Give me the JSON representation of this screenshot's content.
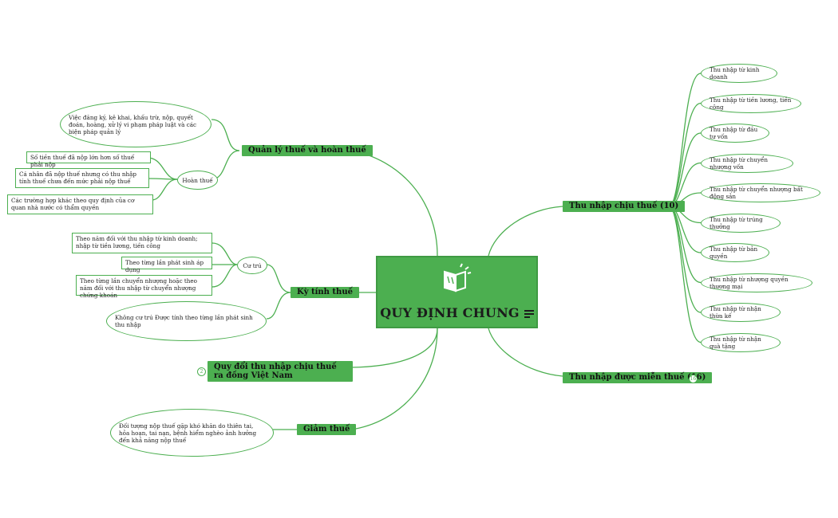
{
  "center": {
    "title": "QUY ĐỊNH CHUNG",
    "icon": "book-icon"
  },
  "left": {
    "quan_ly": {
      "label": "Quản lý thuế và hoàn thuế",
      "desc": "Việc đăng ký, kê khai, khấu trừ, nộp, quyết đoán, hoàng, xử lý vi phạm pháp luật và các biện pháp quản lý",
      "hoan_thue": {
        "label": "Hoàn thuế",
        "items": [
          "Số tiền thuế đã nộp lớn hơn số thuế phải nộp",
          "Cá nhân đã nộp thuế nhưng có thu nhập tính thuế chưa đến mức phải nộp thuế",
          "Các trường hợp khác theo quy định của cơ quan nhà nước có thẩm quyền"
        ]
      }
    },
    "ky_tinh": {
      "label": "Kỳ tính thuế",
      "cu_tru": {
        "label": "Cư trú",
        "items": [
          "Theo năm đối với thu nhập từ kinh doanh; nhập từ tiền lương, tiền công",
          "Theo từng lần phát sinh áp dụng",
          "Theo từng lần chuyển nhượng hoặc theo năm đối với thu nhập từ chuyển nhượng chứng khoán"
        ]
      },
      "khong_cu_tru": "Không cư trú Được tính theo từng lần phát sinh thu nhập"
    },
    "quy_doi": {
      "label": "Quy đổi thu nhập chịu thuế ra đồng Việt Nam",
      "badge": "2"
    },
    "giam_thue": {
      "label": "Giảm thuế",
      "desc": "Đối tượng nộp thuế gặp khó khăn do thiên tai, hỏa hoạn, tai nạn, bệnh hiểm nghèo ảnh hưởng đến khả năng nộp thuế"
    }
  },
  "right": {
    "chiu_thue": {
      "label": "Thu nhập chịu thuế (10)",
      "items": [
        "Thu nhập từ kinh doanh",
        "Thu nhập từ tiền lương, tiền công",
        "Thu nhập từ đầu tư vốn",
        "Thu nhập từ chuyển nhượng vốn",
        "Thu nhập từ chuyển nhượng bất động sản",
        "Thu nhập từ trúng thưởng",
        "Thu nhập từ bản quyền",
        "Thu nhập từ nhượng quyền thương mại",
        "Thu nhập từ nhận thừa kế",
        "Thu nhập từ nhận quà tặng"
      ]
    },
    "mien_thue": {
      "label": "Thu nhập được miễn thuế (16)",
      "badge": "16"
    }
  },
  "colors": {
    "accent": "#4caf50",
    "text": "#1b1b1b"
  }
}
